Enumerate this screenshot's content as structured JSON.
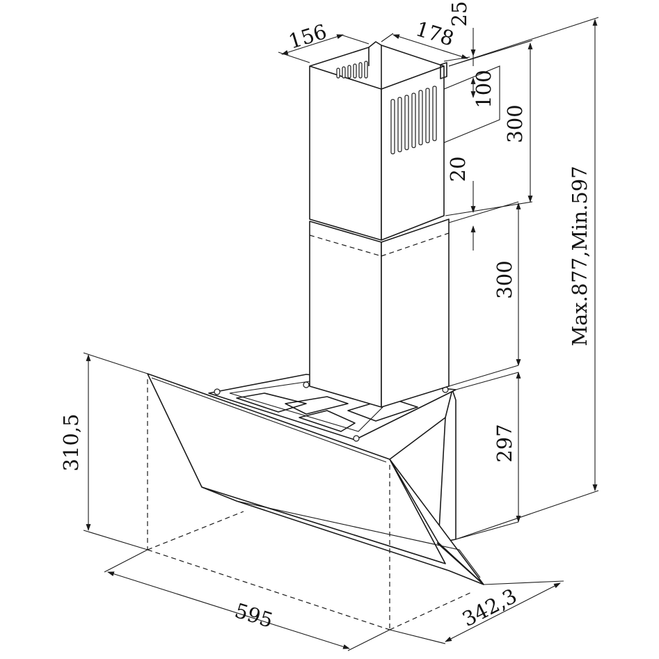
{
  "colors": {
    "line": "#1a1a1a",
    "background": "#ffffff"
  },
  "dimensions": {
    "chimney_depth": "156",
    "chimney_width": "178",
    "top_offset": "25",
    "outlet_height": "100",
    "upper_chimney_height": "300",
    "overlap": "20",
    "lower_chimney_height": "300",
    "hood_height_right": "297",
    "total_height": "Max.877,Min.597",
    "hood_height_left": "310,5",
    "hood_width": "595",
    "hood_depth": "342,3"
  }
}
